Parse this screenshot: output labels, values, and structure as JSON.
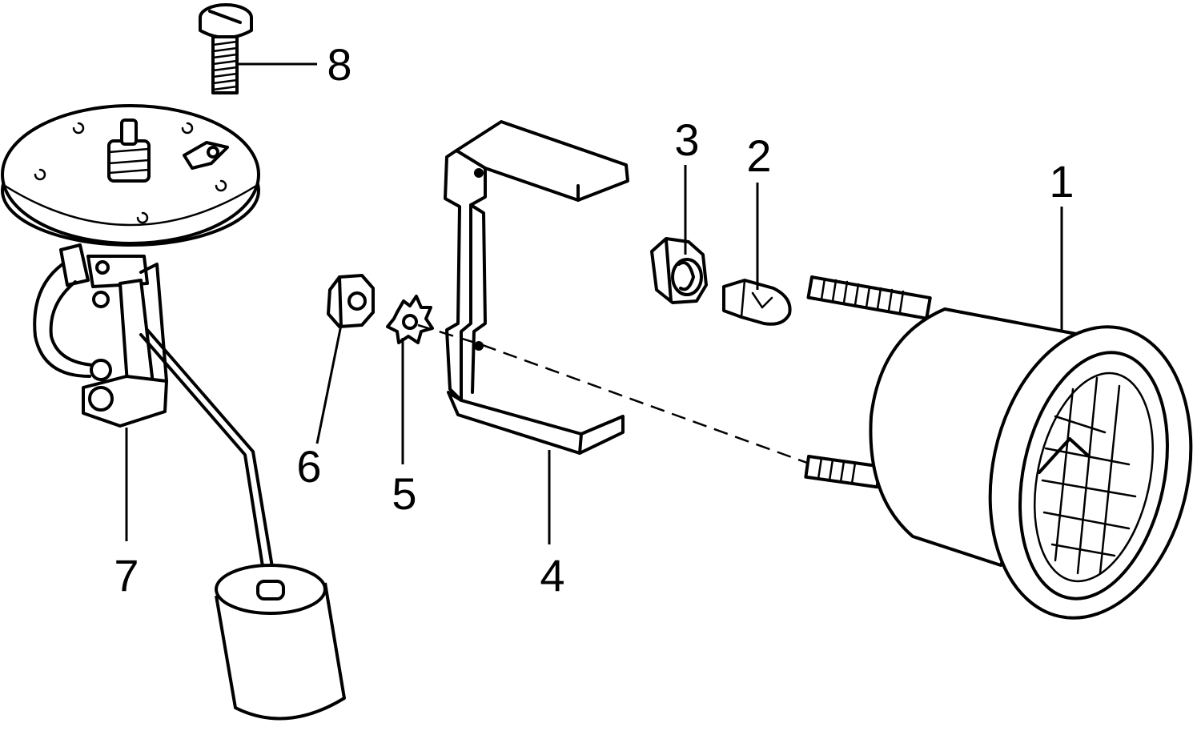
{
  "diagram": {
    "callouts": [
      {
        "id": "1",
        "label": "1"
      },
      {
        "id": "2",
        "label": "2"
      },
      {
        "id": "3",
        "label": "3"
      },
      {
        "id": "4",
        "label": "4"
      },
      {
        "id": "5",
        "label": "5"
      },
      {
        "id": "6",
        "label": "6"
      },
      {
        "id": "7",
        "label": "7"
      },
      {
        "id": "8",
        "label": "8"
      }
    ],
    "parts": [
      {
        "callout": "1",
        "icon": "fuel-gauge-icon"
      },
      {
        "callout": "2",
        "icon": "bulb-icon"
      },
      {
        "callout": "3",
        "icon": "bulb-socket-icon"
      },
      {
        "callout": "4",
        "icon": "mounting-bracket-icon"
      },
      {
        "callout": "5",
        "icon": "lock-washer-icon"
      },
      {
        "callout": "6",
        "icon": "nut-icon"
      },
      {
        "callout": "7",
        "icon": "fuel-sender-icon"
      },
      {
        "callout": "8",
        "icon": "screw-icon"
      }
    ],
    "colors": {
      "ink": "#000000",
      "paper": "#ffffff"
    }
  }
}
